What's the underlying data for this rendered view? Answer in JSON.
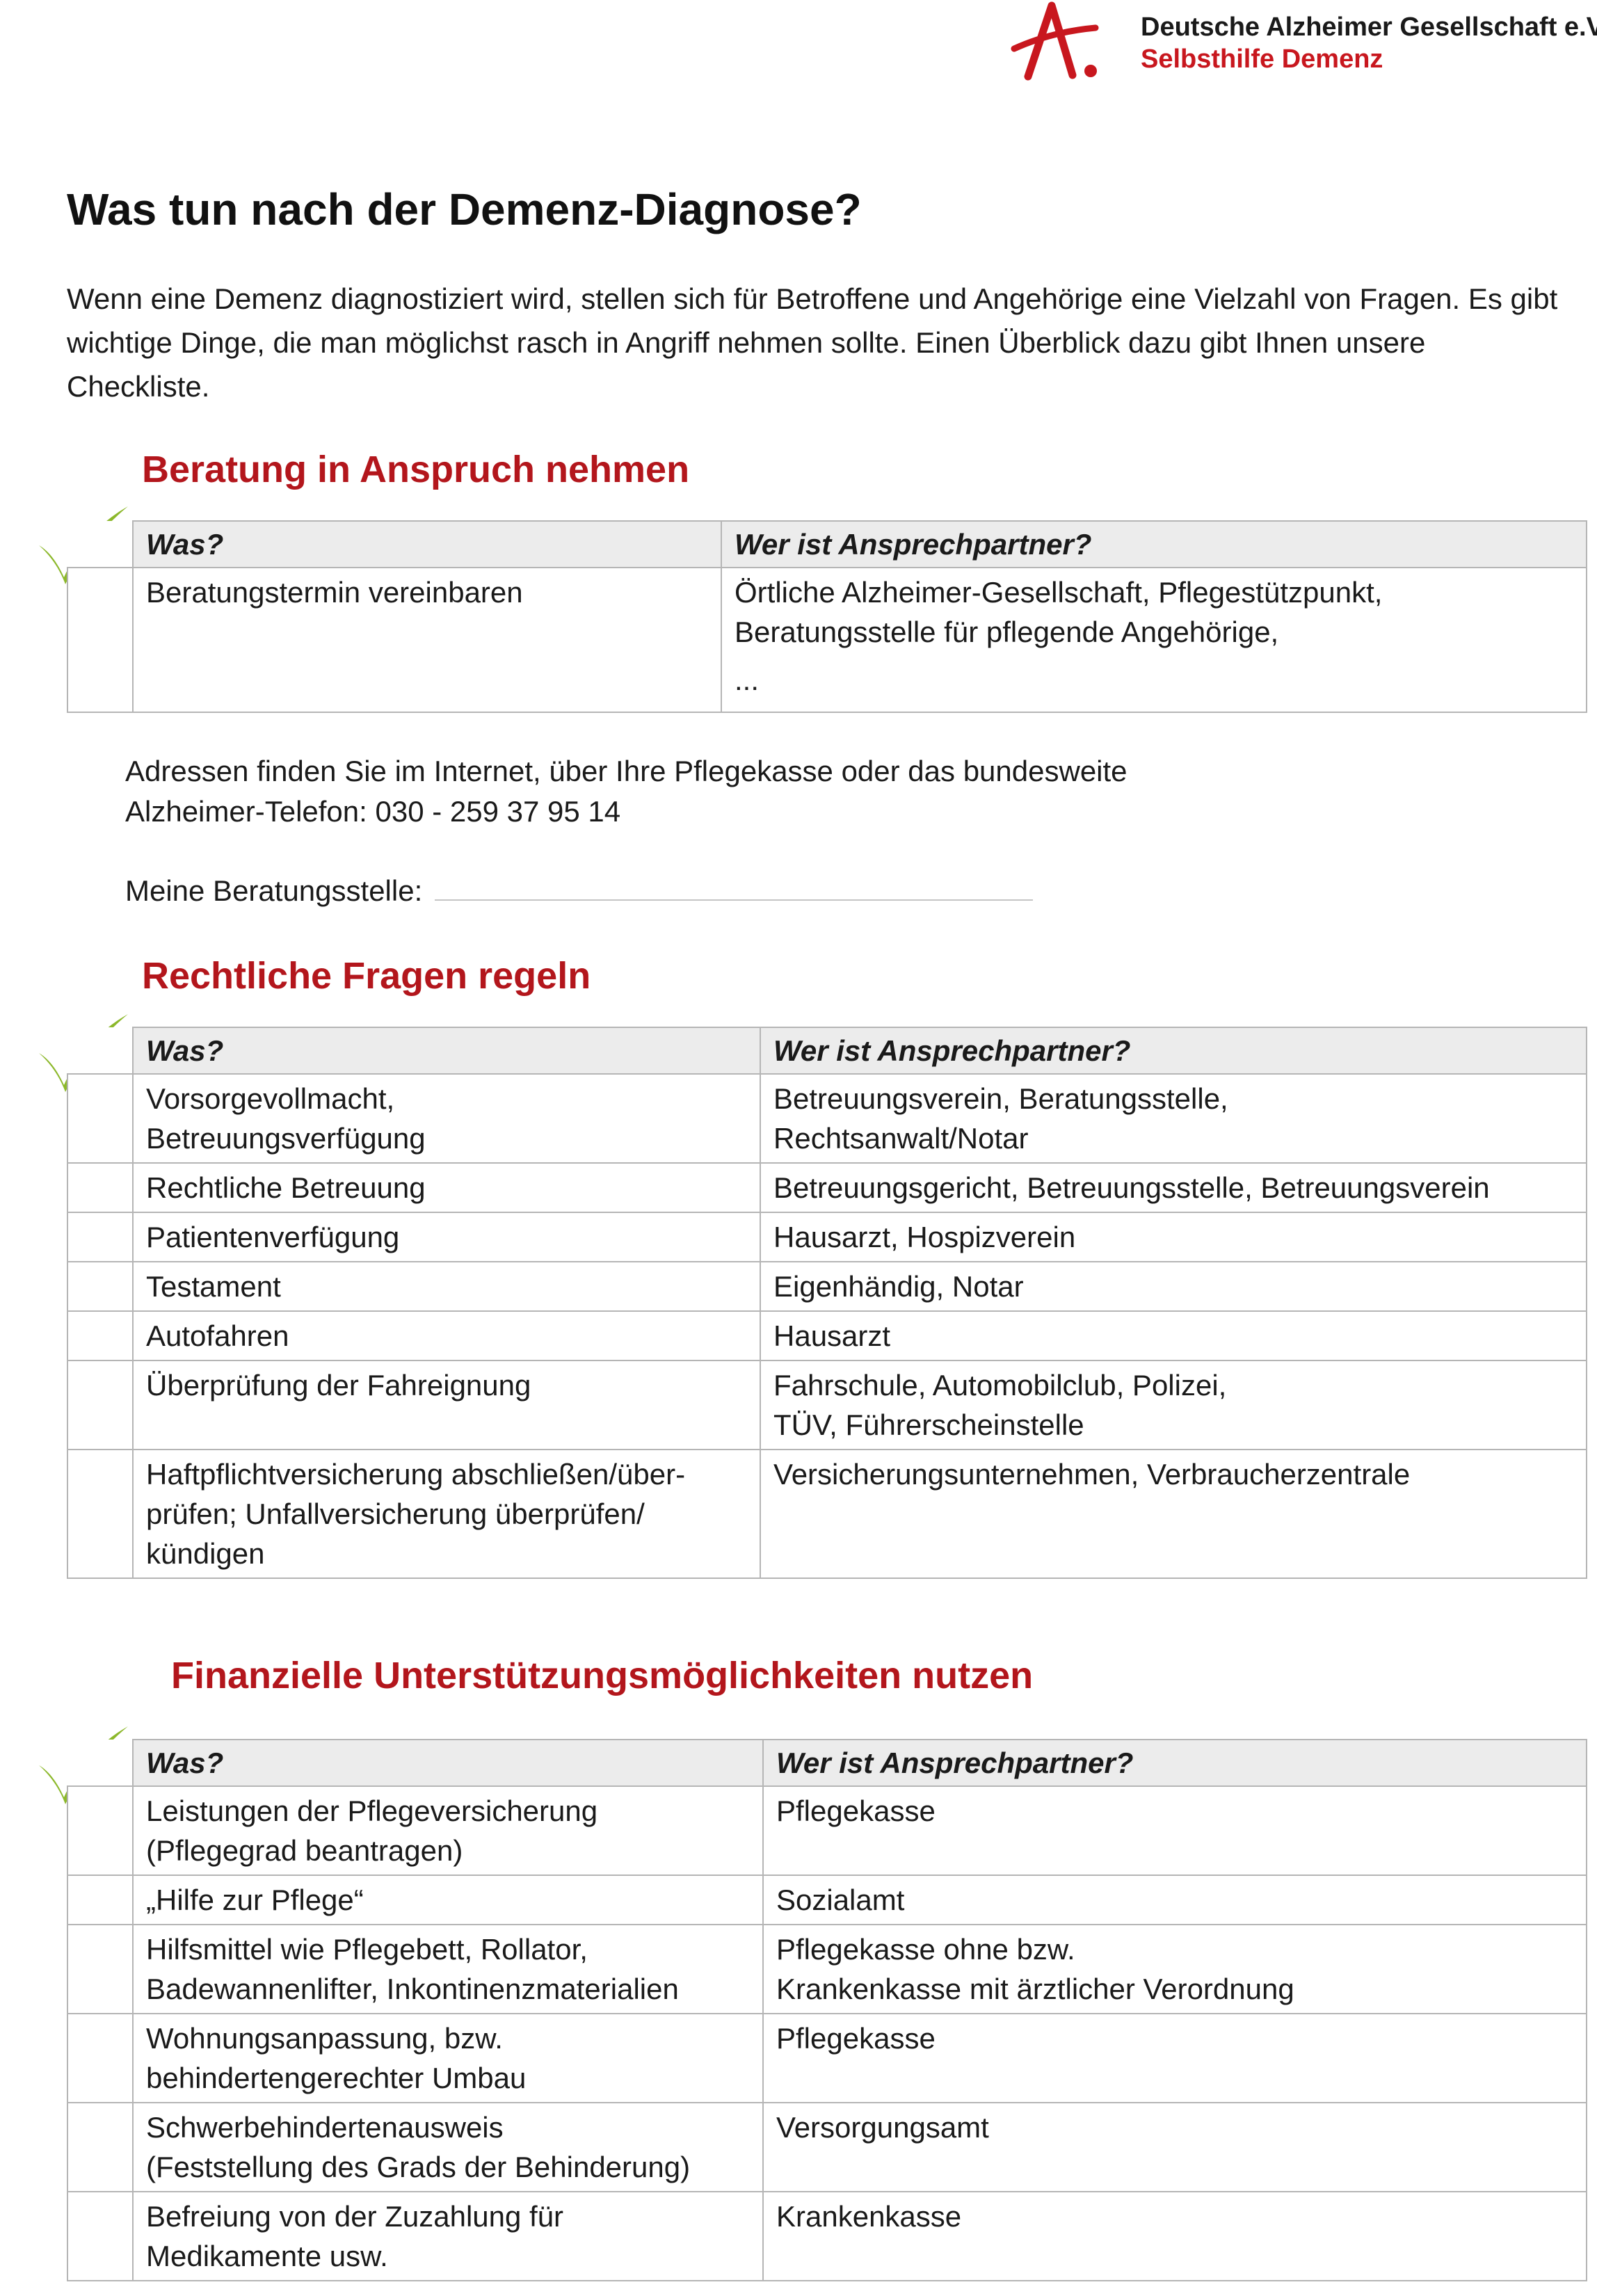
{
  "header": {
    "org_name": "Deutsche Alzheimer Gesellschaft e.V.",
    "org_sub": "Selbsthilfe Demenz",
    "logo_icon": "alzheimer-logo-mark"
  },
  "title": "Was tun nach der Demenz-Diagnose?",
  "intro": "Wenn eine Demenz diagnostiziert wird, stellen sich für Betroffene und Angehörige eine Vielzahl von Fragen. Es gibt wichtige Dinge, die man möglichst rasch in Angriff nehmen sollte. Einen Überblick dazu gibt Ihnen unsere Checkliste.",
  "colors": {
    "accent_red": "#b3161c",
    "check_green": "#8cb82b",
    "header_gray": "#ececec"
  },
  "table_headers": {
    "was": "Was?",
    "wer": "Wer ist Ansprechpartner?"
  },
  "sections": [
    {
      "heading": "Beratung in Anspruch nehmen",
      "rows": [
        {
          "was": [
            "Beratungstermin vereinbaren"
          ],
          "wer": [
            "Örtliche Alzheimer-Gesellschaft, Pflegestützpunkt,",
            "Beratungsstelle für pflegende Angehörige,",
            "..."
          ]
        }
      ],
      "note_lines": [
        "Adressen finden Sie im Internet, über Ihre Pflegekasse oder das bundesweite",
        "Alzheimer-Telefon: 030 - 259 37 95 14"
      ],
      "field_label": "Meine Beratungsstelle:"
    },
    {
      "heading": "Rechtliche Fragen regeln",
      "rows": [
        {
          "was": [
            "Vorsorgevollmacht,",
            "Betreuungsverfügung"
          ],
          "wer": [
            "Betreuungsverein, Beratungsstelle,",
            "Rechtsanwalt/Notar"
          ]
        },
        {
          "was": [
            "Rechtliche Betreuung"
          ],
          "wer": [
            "Betreuungsgericht, Betreuungsstelle, Betreuungsverein"
          ]
        },
        {
          "was": [
            "Patientenverfügung"
          ],
          "wer": [
            "Hausarzt, Hospizverein"
          ]
        },
        {
          "was": [
            "Testament"
          ],
          "wer": [
            "Eigenhändig, Notar"
          ]
        },
        {
          "was": [
            "Autofahren"
          ],
          "wer": [
            "Hausarzt"
          ]
        },
        {
          "was": [
            "Überprüfung der Fahreignung"
          ],
          "wer": [
            "Fahrschule, Automobilclub, Polizei,",
            "TÜV, Führerscheinstelle"
          ]
        },
        {
          "was": [
            "Haftpflichtversicherung abschließen/über-",
            "prüfen; Unfallversicherung überprüfen/",
            "kündigen"
          ],
          "wer": [
            "Versicherungsunternehmen, Verbraucherzentrale"
          ]
        }
      ]
    },
    {
      "heading": "Finanzielle Unterstützungsmöglichkeiten nutzen",
      "rows": [
        {
          "was": [
            "Leistungen der Pflegeversicherung",
            "(Pflegegrad beantragen)"
          ],
          "wer": [
            "Pflegekasse"
          ]
        },
        {
          "was": [
            "„Hilfe zur Pflege“"
          ],
          "wer": [
            "Sozialamt"
          ]
        },
        {
          "was": [
            "Hilfsmittel wie Pflegebett, Rollator,",
            "Badewannenlifter, Inkontinenzmaterialien"
          ],
          "wer": [
            "Pflegekasse ohne bzw.",
            "Krankenkasse mit ärztlicher Verordnung"
          ]
        },
        {
          "was": [
            "Wohnungsanpassung, bzw.",
            "behindertengerechter Umbau"
          ],
          "wer": [
            "Pflegekasse"
          ]
        },
        {
          "was": [
            "Schwerbehindertenausweis",
            "(Feststellung des Grads der Behinderung)"
          ],
          "wer": [
            "Versorgungsamt"
          ]
        },
        {
          "was": [
            "Befreiung von der Zuzahlung für",
            "Medikamente usw."
          ],
          "wer": [
            "Krankenkasse"
          ]
        }
      ]
    }
  ]
}
